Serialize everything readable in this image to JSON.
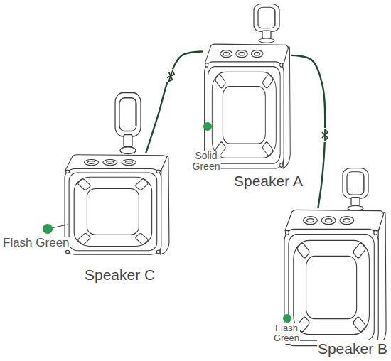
{
  "diagram": {
    "nodes": [
      {
        "text": [
          "Solid Green",
          "Speaker A"
        ]
      },
      {
        "text": [
          "Flash Green",
          "Speaker C"
        ]
      },
      {
        "text": [
          "Flash Green",
          "Speaker B"
        ]
      }
    ],
    "edges": [
      {
        "from": 0,
        "to": 1,
        "arrow": "none"
      },
      {
        "from": 0,
        "to": 2,
        "arrow": "none"
      }
    ]
  }
}
